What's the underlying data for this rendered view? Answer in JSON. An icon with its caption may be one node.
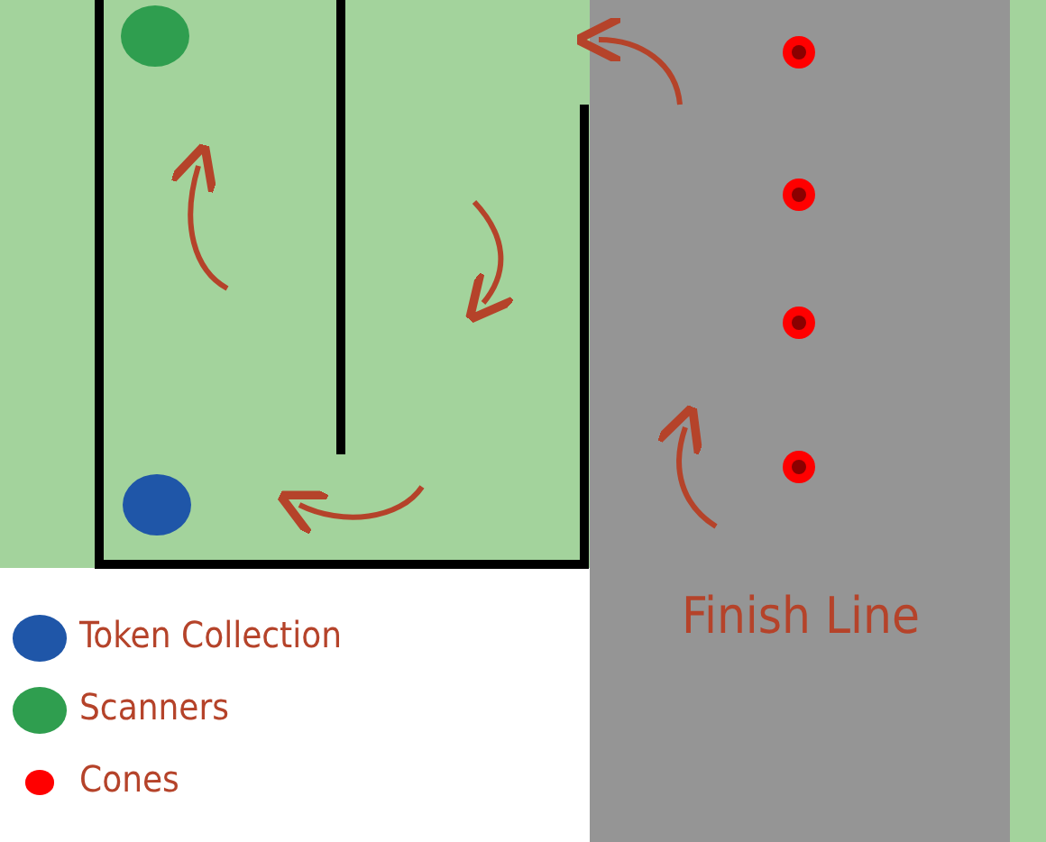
{
  "diagram": {
    "labels": [
      "Finish Line"
    ],
    "legend": [
      {
        "text": "Token Collection",
        "color": "#1f56a8"
      },
      {
        "text": "Scanners",
        "color": "#2f9e4f"
      },
      {
        "text": "Cones",
        "color": "#ff0000"
      }
    ]
  }
}
